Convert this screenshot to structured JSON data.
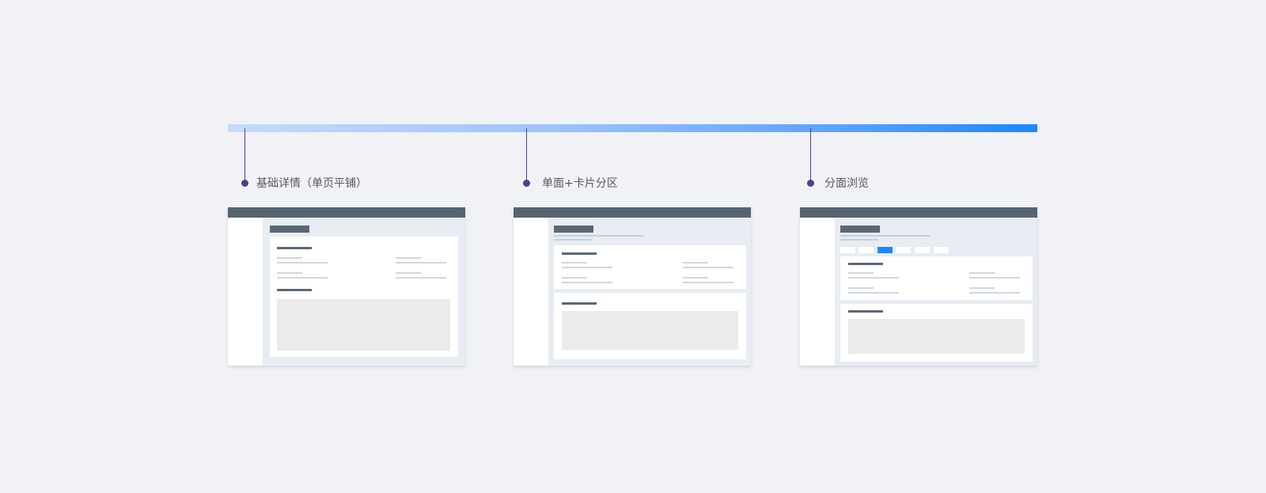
{
  "stages": [
    {
      "label": "基础详情（单页平铺）"
    },
    {
      "label": "单面+卡片分区"
    },
    {
      "label": "分面浏览"
    }
  ],
  "colors": {
    "background": "#f0f2f5",
    "timeline_start": "#c6dafb",
    "timeline_end": "#1e86fb",
    "connector": "#5a3b9b",
    "thumb_header": "#56646f",
    "active_tab": "#1e88f0"
  }
}
